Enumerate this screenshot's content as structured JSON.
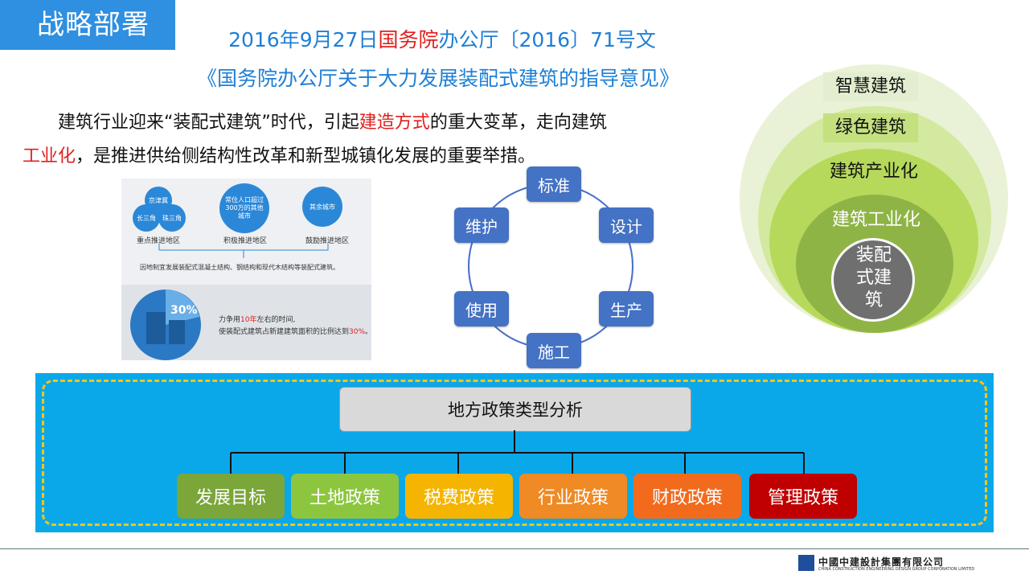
{
  "header": {
    "tag": "战略部署"
  },
  "doc": {
    "line1_a": "2016年9月27日",
    "line1_red": "国务院",
    "line1_b": "办公厅〔2016〕71号文",
    "line2": "《国务院办公厅关于大力发展装配式建筑的指导意见》"
  },
  "paragraph": {
    "p1_a": "建筑行业迎来“装配式建筑”时代，引起",
    "p1_red": "建造方式",
    "p1_b": "的重大变革，走向建筑",
    "p2_red": "工业化",
    "p2_b": "，是推进供给侧结构性改革和新型城镇化发展的重要举措。"
  },
  "infographic": {
    "groups": [
      {
        "circles": [
          "京津冀",
          "长三角",
          "珠三角"
        ],
        "caption": "重点推进地区"
      },
      {
        "circles": [
          "常住人口超过300万的其他城市"
        ],
        "caption": "积极推进地区"
      },
      {
        "circles": [
          "其余城市"
        ],
        "caption": "鼓励推进地区"
      }
    ],
    "note": "因地制宜发展装配式混凝土结构、钢结构和现代木结构等装配式建筑。",
    "percent": "30%",
    "goal_a": "力争用",
    "goal_red1": "10年",
    "goal_b": "左右的时间,",
    "goal_c": "使装配式建筑占新建建筑面积的比例达到",
    "goal_red2": "30%",
    "goal_d": "。"
  },
  "cycle": {
    "nodes": [
      "标准",
      "设计",
      "生产",
      "施工",
      "使用",
      "维护"
    ]
  },
  "layers": [
    "智慧建筑",
    "绿色建筑",
    "建筑产业化",
    "建筑工业化",
    "装配式建筑"
  ],
  "policy": {
    "title": "地方政策类型分析",
    "types": [
      "发展目标",
      "土地政策",
      "税费政策",
      "行业政策",
      "财政政策",
      "管理政策"
    ],
    "colors": [
      "#7aa63a",
      "#8cc63f",
      "#f5b400",
      "#f08a24",
      "#f26b1d",
      "#c00000"
    ]
  },
  "footer": {
    "company": "中國中建設計集團有限公司",
    "company_en": "CHINA CONSTRUCTION ENGINEERING DESIGN GROUP CORPORATION LIMITED"
  }
}
